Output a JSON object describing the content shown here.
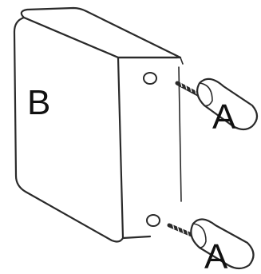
{
  "labels": {
    "box": "B",
    "anchor_top": "A",
    "anchor_bottom": "A"
  }
}
